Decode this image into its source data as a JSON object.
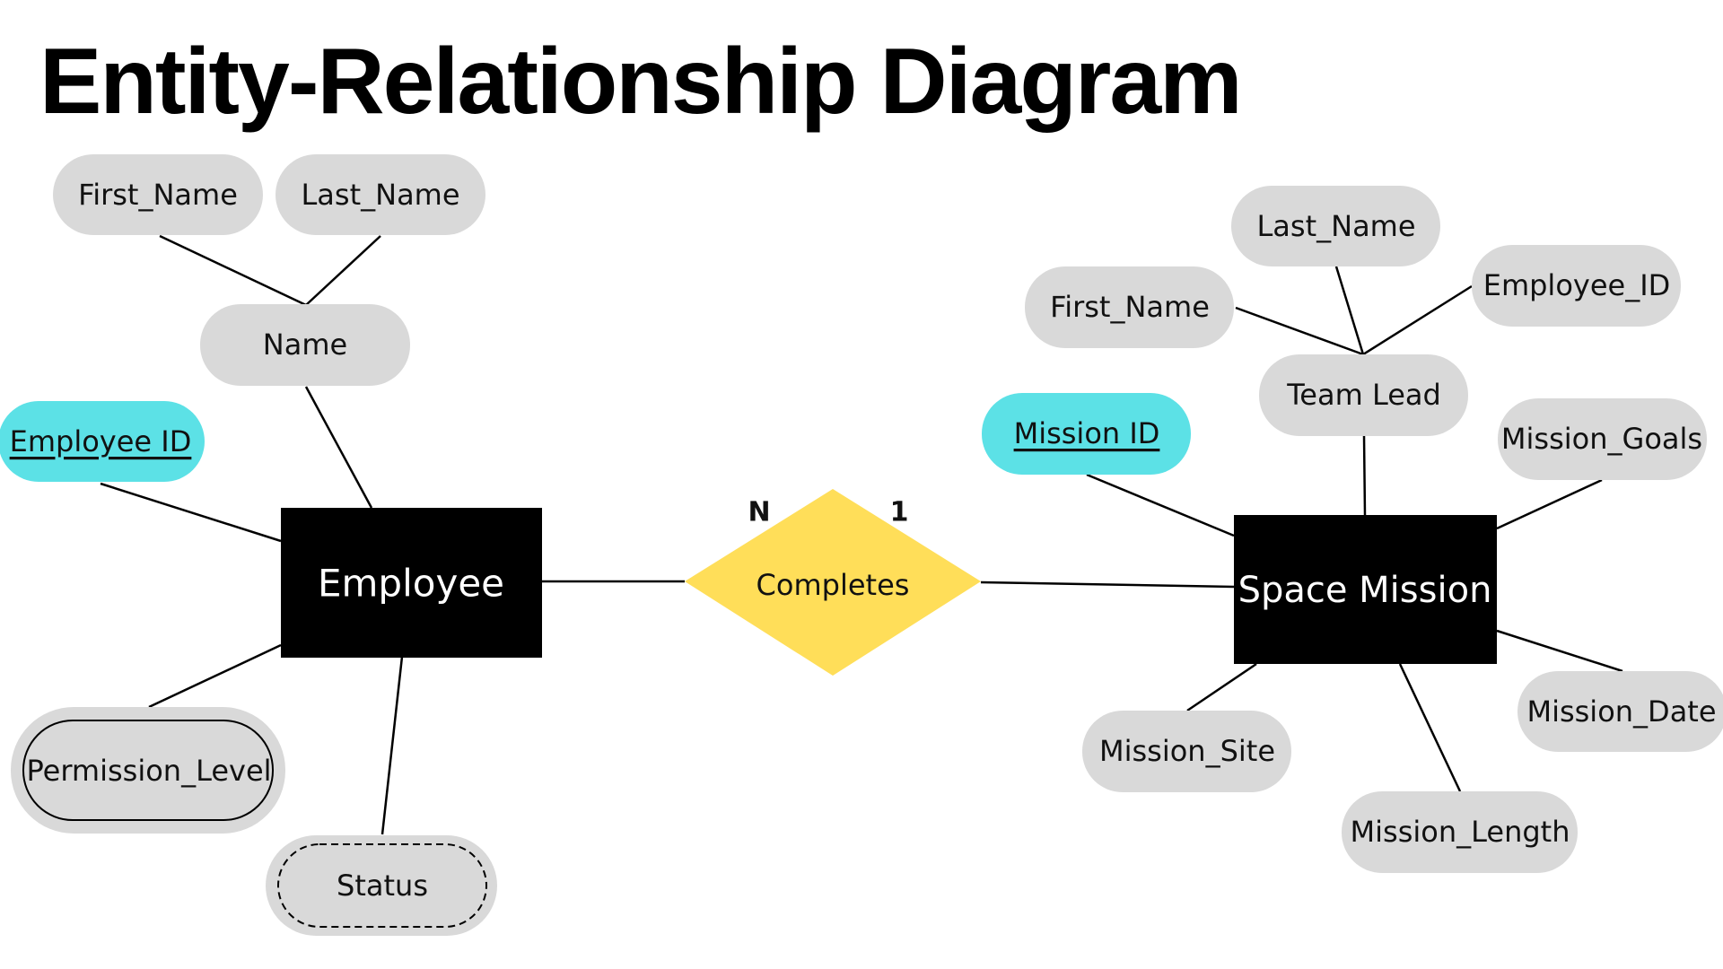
{
  "title": "Entity-Relationship Diagram",
  "colors": {
    "background": "#ffffff",
    "entity_fill": "#000000",
    "entity_text": "#ffffff",
    "attribute_fill": "#d9d9d9",
    "key_attribute_fill": "#5ce1e6",
    "relationship_fill": "#ffde59",
    "line": "#000000",
    "text": "#111111"
  },
  "entities": {
    "employee": {
      "label": "Employee"
    },
    "space_mission": {
      "label": "Space Mission"
    }
  },
  "relationship": {
    "label": "Completes",
    "cardinality_left": "N",
    "cardinality_right": "1"
  },
  "employee_attributes": {
    "first_name": "First_Name",
    "last_name": "Last_Name",
    "name": "Name",
    "employee_id": "Employee ID",
    "permission_level": "Permission_Level",
    "status": "Status"
  },
  "mission_attributes": {
    "lead_last_name": "Last_Name",
    "lead_first_name": "First_Name",
    "lead_employee_id": "Employee_ID",
    "team_lead": "Team Lead",
    "mission_id": "Mission ID",
    "mission_goals": "Mission_Goals",
    "mission_date": "Mission_Date",
    "mission_site": "Mission_Site",
    "mission_length": "Mission_Length"
  }
}
